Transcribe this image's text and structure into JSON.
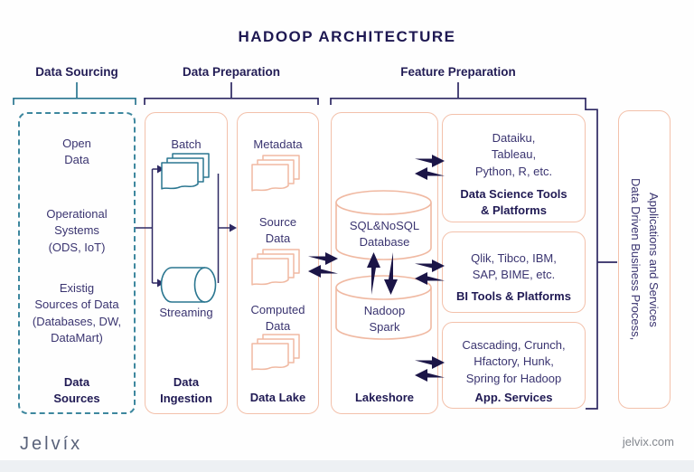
{
  "title": "HADOOP ARCHITECTURE",
  "sections": {
    "sourcing": "Data Sourcing",
    "preparation": "Data Preparation",
    "feature": "Feature Preparation"
  },
  "boxes": {
    "data_sources": {
      "items": [
        "Open\nData",
        "Operational\nSystems\n(ODS, IoT)",
        "Existig\nSources of Data\n(Databases, DW,\nDataMart)"
      ],
      "label": "Data\nSources"
    },
    "data_ingestion": {
      "batch": "Batch",
      "streaming": "Streaming",
      "label": "Data\nIngestion"
    },
    "data_lake": {
      "items": [
        "Metadata",
        "Source\nData",
        "Computed\nData"
      ],
      "label": "Data Lake"
    },
    "lakeshore": {
      "database": "SQL&NoSQL\nDatabase",
      "engine": "Nadoop\nSpark",
      "label": "Lakeshore"
    },
    "ds_tools": {
      "tools": "Dataiku,\nTableau,\nPython, R, etc.",
      "label": "Data Science Tools\n& Platforms"
    },
    "bi_tools": {
      "tools": "Qlik, Tibco, IBM,\nSAP, BIME, etc.",
      "label": "BI Tools & Platforms"
    },
    "app_services": {
      "tools": "Cascading, Crunch,\nHfactory, Hunk,\nSpring for Hadoop",
      "label": "App. Services"
    },
    "output": {
      "label": "Data Driven Business Process,\nApplications and Services"
    }
  },
  "icons": {
    "batch": "document-stack-icon",
    "streaming": "pipeline-cylinder-icon",
    "data_lake": "document-stack-icon",
    "lakeshore": "database-cylinder-icon"
  },
  "footer": {
    "logo": "Jelvíx",
    "website": "jelvix.com"
  },
  "colors": {
    "navy_heading": "#201a54",
    "navy_text": "#3a3470",
    "teal": "#3d879e",
    "peach": "#f3c1ab",
    "arrow": "#1b1547",
    "footer_gray": "#84888f"
  }
}
